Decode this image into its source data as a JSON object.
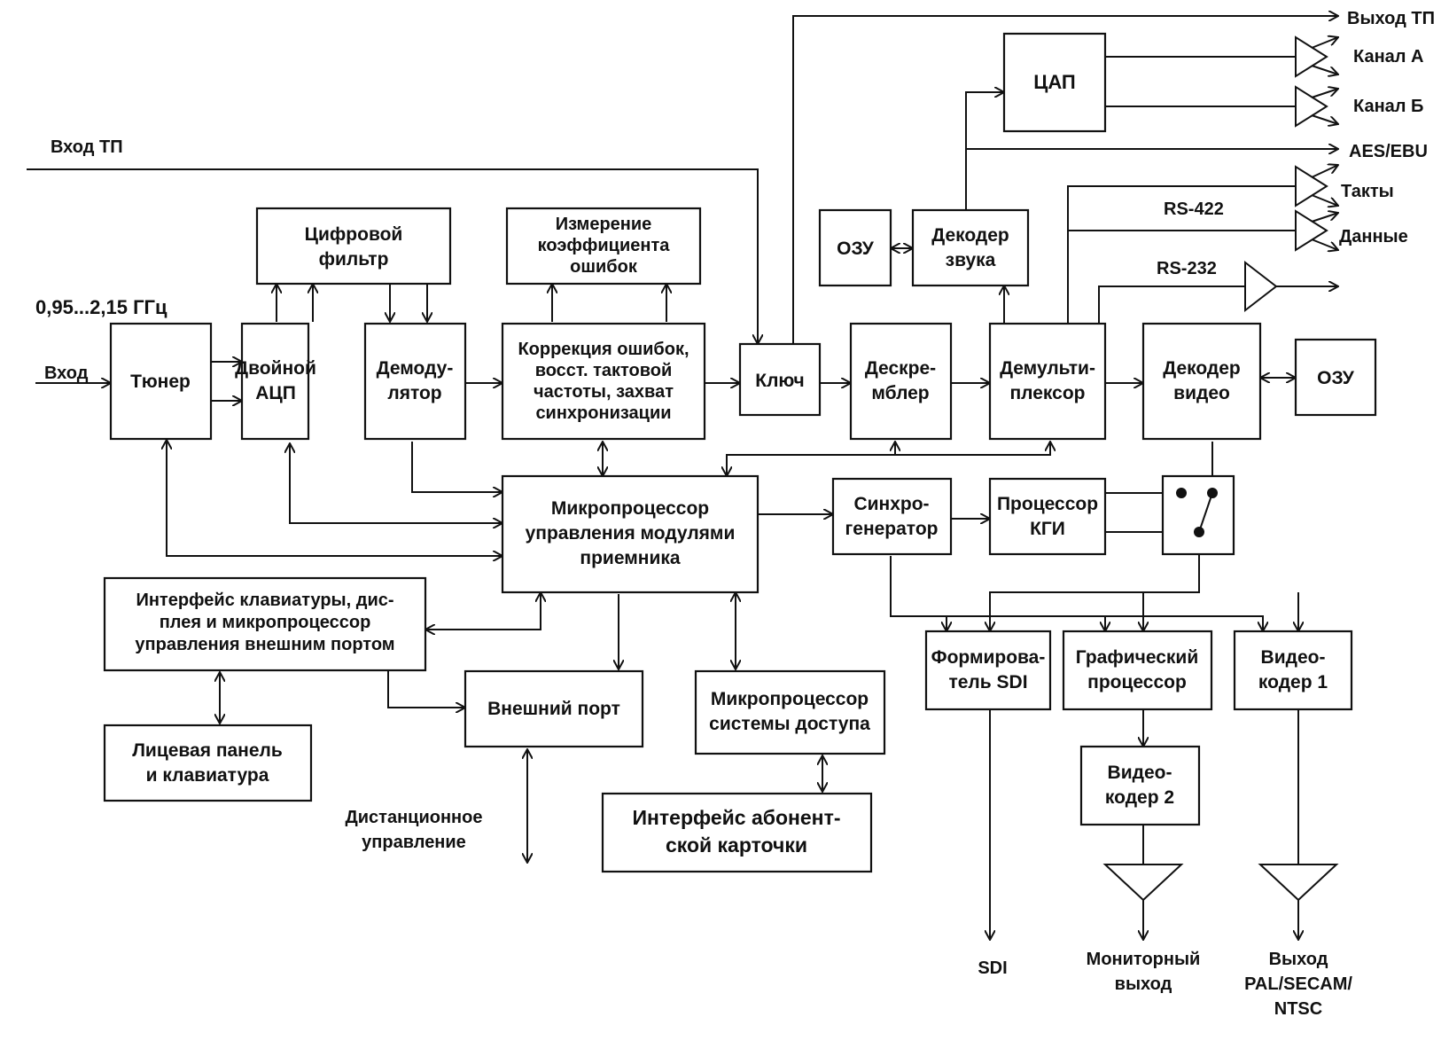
{
  "blocks": {
    "tuner": [
      "Тюнер"
    ],
    "adc": [
      "Двойной",
      "АЦП"
    ],
    "filter": [
      "Цифровой",
      "фильтр"
    ],
    "demod": [
      "Демоду-",
      "лятор"
    ],
    "errmeas": [
      "Измерение",
      "коэффициента",
      "ошибок"
    ],
    "fec": [
      "Коррекция ошибок,",
      "восст. тактовой",
      "частоты, захват",
      "синхронизации"
    ],
    "key": [
      "Ключ"
    ],
    "descr": [
      "Дескре-",
      "мблер"
    ],
    "demux": [
      "Демульти-",
      "плексор"
    ],
    "viddec": [
      "Декодер",
      "видео"
    ],
    "ram_video": [
      "ОЗУ"
    ],
    "ram_audio": [
      "ОЗУ"
    ],
    "auddec": [
      "Декодер",
      "звука"
    ],
    "dac": [
      "ЦАП"
    ],
    "mcu": [
      "Микропроцессор",
      "управления модулями",
      "приемника"
    ],
    "syncgen": [
      "Синхро-",
      "генератор"
    ],
    "osd": [
      "Процессор",
      "КГИ"
    ],
    "kbd_if": [
      "Интерфейс клавиатуры, дис-",
      "плея и микропроцессор",
      "управления внешним портом"
    ],
    "panel": [
      "Лицевая панель",
      "и клавиатура"
    ],
    "extport": [
      "Внешний порт"
    ],
    "ca_mcu": [
      "Микропроцессор",
      "системы доступа"
    ],
    "card_if": [
      "Интерфейс абонент-",
      "ской карточки"
    ],
    "sdi_form": [
      "Формирова-",
      "тель SDI"
    ],
    "gfx": [
      "Графический",
      "процессор"
    ],
    "venc1": [
      "Видео-",
      "кодер 1"
    ],
    "venc2": [
      "Видео-",
      "кодер 2"
    ]
  },
  "labels": {
    "input_tp": "Вход ТП",
    "freq": "0,95...2,15 ГГц",
    "input": "Вход",
    "out_tp": "Выход ТП",
    "channel_a": "Канал А",
    "channel_b": "Канал Б",
    "aes": "AES/EBU",
    "rs422": "RS-422",
    "clocks": "Такты",
    "data": "Данные",
    "rs232": "RS-232",
    "remote": [
      "Дистанционное",
      "управление"
    ],
    "sdi": "SDI",
    "monitor": [
      "Мониторный",
      "выход"
    ],
    "video_out": [
      "Выход",
      "PAL/SECAM/",
      "NTSC"
    ]
  }
}
